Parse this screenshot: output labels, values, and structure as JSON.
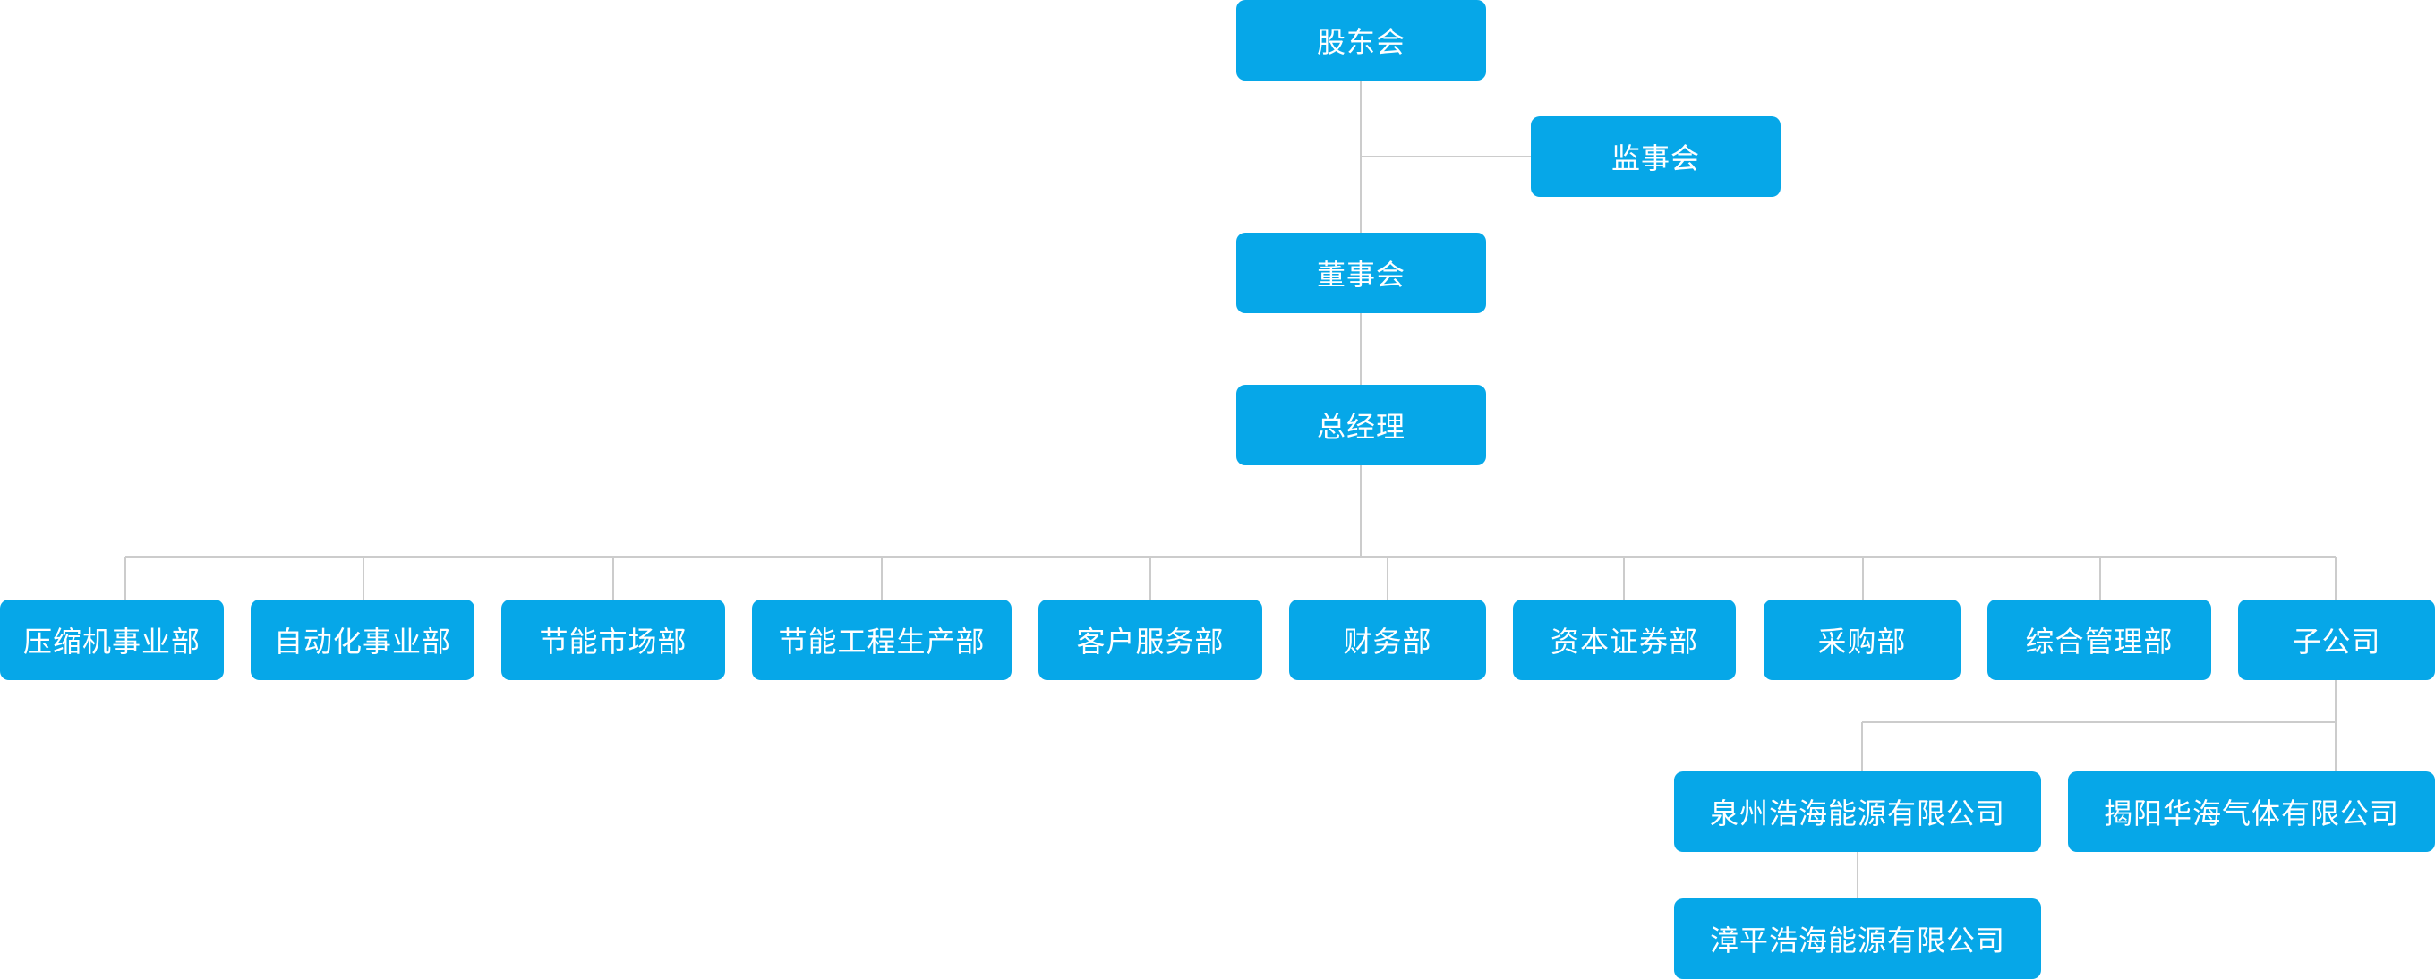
{
  "colors": {
    "node_fill": "#06a7e8",
    "node_text": "#ffffff",
    "connector": "#cccccc"
  },
  "org": {
    "shareholders": "股东会",
    "supervisors": "监事会",
    "board": "董事会",
    "general_manager": "总经理",
    "departments": [
      "压缩机事业部",
      "自动化事业部",
      "节能市场部",
      "节能工程生产部",
      "客户服务部",
      "财务部",
      "资本证券部",
      "采购部",
      "综合管理部",
      "子公司"
    ],
    "subsidiaries": {
      "quanzhou": "泉州浩海能源有限公司",
      "jieyang": "揭阳华海气体有限公司",
      "zhangping": "漳平浩海能源有限公司"
    }
  }
}
